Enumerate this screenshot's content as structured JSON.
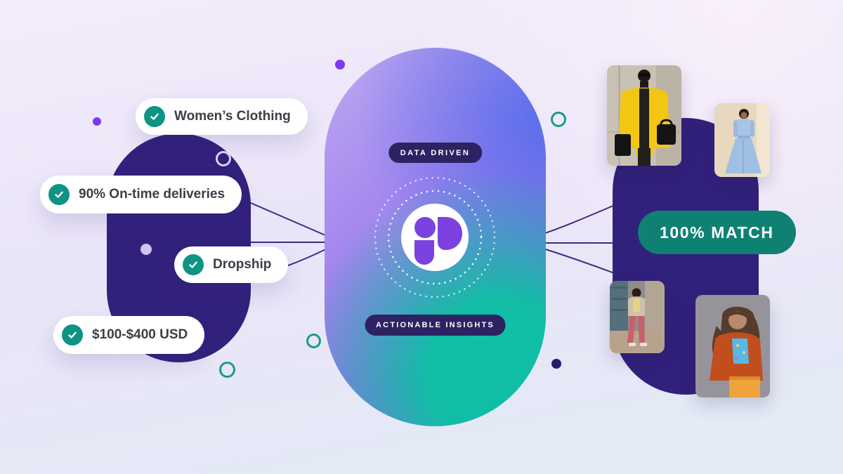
{
  "left_panel": {
    "chips": [
      {
        "label": "Women’s Clothing"
      },
      {
        "label": "90% On-time deliveries"
      },
      {
        "label": "Dropship"
      },
      {
        "label": "$100-$400 USD"
      }
    ]
  },
  "center": {
    "top_badge": "DATA DRIVEN",
    "bottom_badge": "ACTIONABLE INSIGHTS"
  },
  "right_panel": {
    "match_badge": "100% MATCH",
    "photos": [
      {
        "alt": "Model in yellow coat with black turtleneck and black bags"
      },
      {
        "alt": "Model in light blue wide-leg denim outfit"
      },
      {
        "alt": "Model in beige blazer, yellow top and pink trousers on street"
      },
      {
        "alt": "Model in rust cardigan with blue top and orange skirt"
      }
    ]
  },
  "icons": {
    "check": "check-icon",
    "logo": "brand-logo"
  },
  "colors": {
    "teal_check": "#0e9384",
    "teal_match": "#0e8173",
    "teal_ring": "#1a9a89",
    "indigo_capsule": "#32217c",
    "indigo_badge": "#2d2363",
    "accent_purple": "#7c3aed",
    "logo_purple": "#7c42e0"
  }
}
